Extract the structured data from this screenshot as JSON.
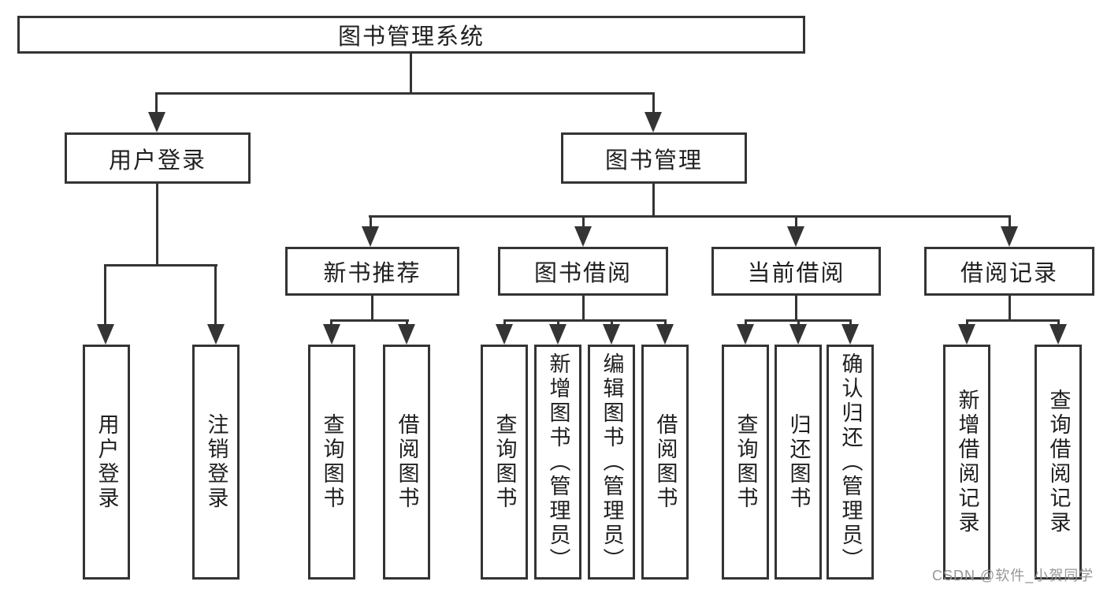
{
  "diagram": {
    "root": "图书管理系统",
    "branches": [
      {
        "label": "用户登录",
        "children": [
          "用户登录",
          "注销登录"
        ]
      },
      {
        "label": "图书管理",
        "sections": [
          {
            "label": "新书推荐",
            "children": [
              "查询图书",
              "借阅图书"
            ]
          },
          {
            "label": "图书借阅",
            "children": [
              "查询图书",
              "新增图书（管理员）",
              "编辑图书（管理员）",
              "借阅图书"
            ]
          },
          {
            "label": "当前借阅",
            "children": [
              "查询图书",
              "归还图书",
              "确认归还（管理员）"
            ]
          },
          {
            "label": "借阅记录",
            "children": [
              "新增借阅记录",
              "查询借阅记录"
            ]
          }
        ]
      }
    ]
  },
  "watermark": "CSDN @软件_小贺同学",
  "colors": {
    "line": "#343434",
    "text": "#1f1f1f",
    "watermark": "#969696",
    "background": "#ffffff"
  }
}
